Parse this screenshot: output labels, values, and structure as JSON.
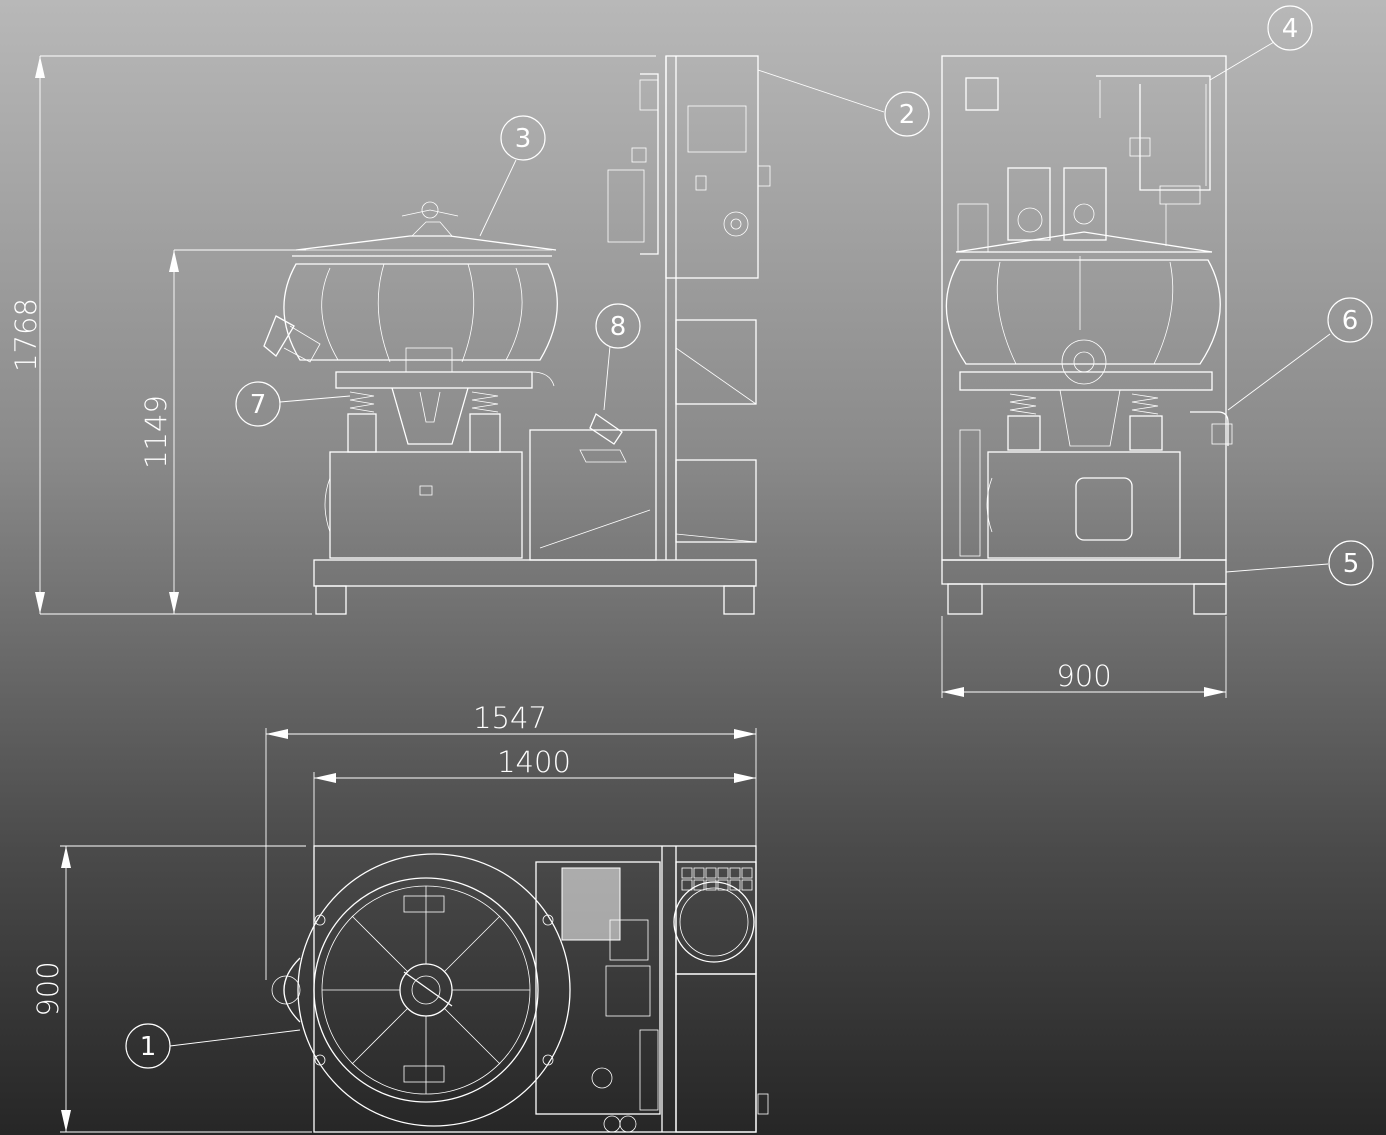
{
  "dimensions": {
    "overall_height": "1768",
    "vessel_height": "1149",
    "side_width": "900",
    "total_length": "1547",
    "base_length": "1400",
    "plan_depth": "900"
  },
  "balloons": {
    "b1": "1",
    "b2": "2",
    "b3": "3",
    "b4": "4",
    "b5": "5",
    "b6": "6",
    "b7": "7",
    "b8": "8"
  }
}
